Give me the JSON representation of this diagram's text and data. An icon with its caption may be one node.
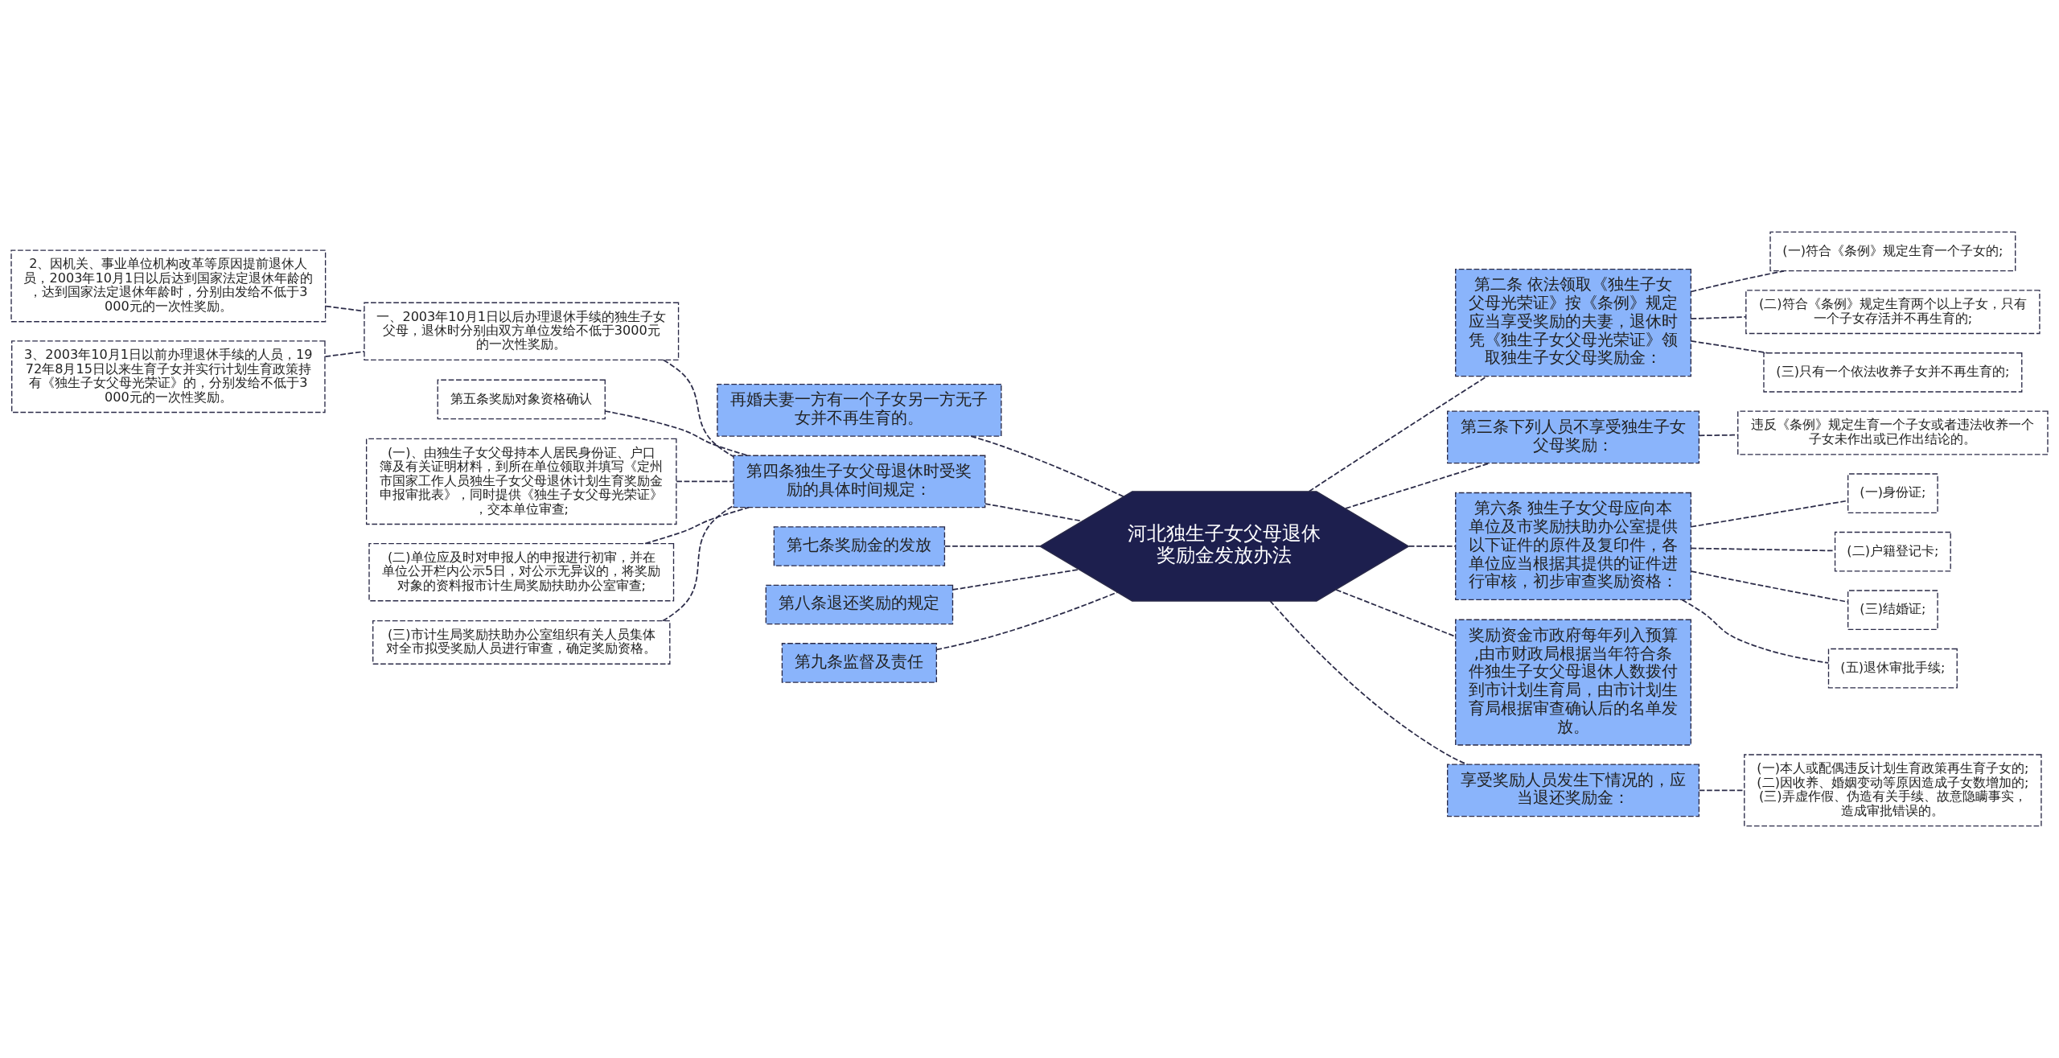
{
  "diagram": {
    "nodes": [
      {
        "text": [
          "河北独生子女父母退休奖励金发放办法"
        ]
      },
      {
        "text": [
          "再婚夫妻一方有一个子女另一方无子女并不再生育的。"
        ]
      },
      {
        "text": [
          "第四条独生子女父母退休时受奖励的具体时间规定："
        ]
      },
      {
        "text": [
          "一、2003年10月1日以后办理退休手续的独生子女父母，退休时分别由双方单位发给不低于3000元的一次性奖励。"
        ]
      },
      {
        "text": [
          "2、因机关、事业单位机构改革等原因提前退休人员，2003年10月1日以后达到国家法定退休年龄的，达到国家法定退休年龄时，分别由发给不低于3000元的一次性奖励。"
        ]
      },
      {
        "text": [
          "3、2003年10月1日以前办理退休手续的人员，1972年8月15日以来生育子女并实行计划生育政策持有《独生子女父母光荣证》的，分别发给不低于3000元的一次性奖励。"
        ]
      },
      {
        "text": [
          "第五条奖励对象资格确认"
        ]
      },
      {
        "text": [
          "(一)、由独生子女父母持本人居民身份证、户口簿及有关证明材料，到所在单位领取并填写《定州市国家工作人员独生子女父母退休计划生育奖励金申报审批表》，同时提供《独生子女父母光荣证》，交本单位审查;"
        ]
      },
      {
        "text": [
          "(二)单位应及时对申报人的申报进行初审，并在单位公开栏内公示5日，对公示无异议的，将奖励对象的资料报市计生局奖励扶助办公室审查;"
        ]
      },
      {
        "text": [
          "(三)市计生局奖励扶助办公室组织有关人员集体对全市拟受奖励人员进行审查，确定奖励资格。"
        ]
      },
      {
        "text": [
          "第七条奖励金的发放"
        ]
      },
      {
        "text": [
          "第八条退还奖励的规定"
        ]
      },
      {
        "text": [
          "第九条监督及责任"
        ]
      },
      {
        "text": [
          "第二条 依法领取《独生子女父母光荣证》按《条例》规定应当享受奖励的夫妻，退休时凭《独生子女父母光荣证》领取独生子女父母奖励金："
        ]
      },
      {
        "text": [
          "(一)符合《条例》规定生育一个子女的;"
        ]
      },
      {
        "text": [
          "(二)符合《条例》规定生育两个以上子女，只有一个子女存活并不再生育的;"
        ]
      },
      {
        "text": [
          "(三)只有一个依法收养子女并不再生育的;"
        ]
      },
      {
        "text": [
          "第三条下列人员不享受独生子女父母奖励："
        ]
      },
      {
        "text": [
          "违反《条例》规定生育一个子女或者违法收养一个子女未作出或已作出结论的。"
        ]
      },
      {
        "text": [
          "第六条 独生子女父母应向本单位及市奖励扶助办公室提供以下证件的原件及复印件，各单位应当根据其提供的证件进行审核，初步审查奖励资格："
        ]
      },
      {
        "text": [
          "(一)身份证;"
        ]
      },
      {
        "text": [
          "(二)户籍登记卡;"
        ]
      },
      {
        "text": [
          "(三)结婚证;"
        ]
      },
      {
        "text": [
          "(五)退休审批手续;"
        ]
      },
      {
        "text": [
          "奖励资金市政府每年列入预算,由市财政局根据当年符合条件独生子女父母退休人数拨付到市计划生育局，由市计划生育局根据审查确认后的名单发放。"
        ]
      },
      {
        "text": [
          "享受奖励人员发生下情况的，应当退还奖励金："
        ]
      },
      {
        "text": [
          "(一)本人或配偶违反计划生育政策再生育子女的;(二)因收养、婚姻变动等原因造成子女数增加的;(三)弄虚作假、伪造有关手续、故意隐瞒事实，造成审批错误的。"
        ]
      }
    ],
    "edges": [
      {
        "from": 0,
        "to": 1,
        "arrow": "none",
        "style": "dashed"
      },
      {
        "from": 0,
        "to": 2,
        "arrow": "none",
        "style": "dashed"
      },
      {
        "from": 2,
        "to": 3,
        "arrow": "none",
        "style": "dashed"
      },
      {
        "from": 3,
        "to": 4,
        "arrow": "none",
        "style": "dashed"
      },
      {
        "from": 3,
        "to": 5,
        "arrow": "none",
        "style": "dashed"
      },
      {
        "from": 2,
        "to": 6,
        "arrow": "none",
        "style": "dashed"
      },
      {
        "from": 2,
        "to": 7,
        "arrow": "none",
        "style": "dashed"
      },
      {
        "from": 2,
        "to": 8,
        "arrow": "none",
        "style": "dashed"
      },
      {
        "from": 2,
        "to": 9,
        "arrow": "none",
        "style": "dashed"
      },
      {
        "from": 0,
        "to": 10,
        "arrow": "none",
        "style": "dashed"
      },
      {
        "from": 0,
        "to": 11,
        "arrow": "none",
        "style": "dashed"
      },
      {
        "from": 0,
        "to": 12,
        "arrow": "none",
        "style": "dashed"
      },
      {
        "from": 0,
        "to": 13,
        "arrow": "none",
        "style": "dashed"
      },
      {
        "from": 13,
        "to": 14,
        "arrow": "none",
        "style": "dashed"
      },
      {
        "from": 13,
        "to": 15,
        "arrow": "none",
        "style": "dashed"
      },
      {
        "from": 13,
        "to": 16,
        "arrow": "none",
        "style": "dashed"
      },
      {
        "from": 0,
        "to": 17,
        "arrow": "none",
        "style": "dashed"
      },
      {
        "from": 17,
        "to": 18,
        "arrow": "none",
        "style": "dashed"
      },
      {
        "from": 0,
        "to": 19,
        "arrow": "none",
        "style": "dashed"
      },
      {
        "from": 19,
        "to": 20,
        "arrow": "none",
        "style": "dashed"
      },
      {
        "from": 19,
        "to": 21,
        "arrow": "none",
        "style": "dashed"
      },
      {
        "from": 19,
        "to": 22,
        "arrow": "none",
        "style": "dashed"
      },
      {
        "from": 19,
        "to": 23,
        "arrow": "none",
        "style": "dashed"
      },
      {
        "from": 0,
        "to": 24,
        "arrow": "none",
        "style": "dashed"
      },
      {
        "from": 0,
        "to": 25,
        "arrow": "none",
        "style": "dashed"
      },
      {
        "from": 25,
        "to": 26,
        "arrow": "none",
        "style": "dashed"
      }
    ]
  }
}
